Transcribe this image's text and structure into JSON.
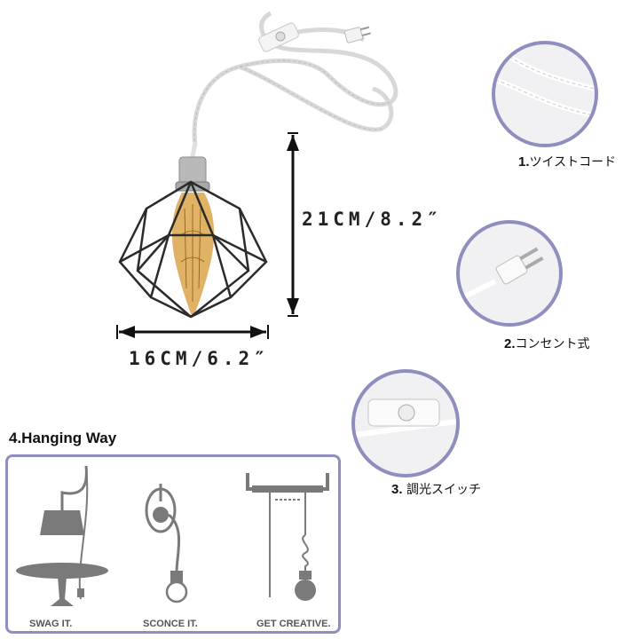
{
  "dimensions": {
    "height_label": "21CM/8.2″",
    "width_label": "16CM/6.2″"
  },
  "features": [
    {
      "number": "1.",
      "label": "ツイストコード",
      "icon": "twisted-cord-icon"
    },
    {
      "number": "2.",
      "label": "コンセント式",
      "icon": "plug-icon"
    },
    {
      "number": "3.",
      "label": "調光スイッチ",
      "icon": "dimmer-switch-icon"
    }
  ],
  "hanging": {
    "title": "4.Hanging Way",
    "ways": [
      {
        "label": "SWAG IT.",
        "icon": "swag-lamp-icon"
      },
      {
        "label": "SCONCE IT.",
        "icon": "sconce-lamp-icon"
      },
      {
        "label": "GET CREATIVE.",
        "icon": "creative-hang-icon"
      }
    ]
  },
  "colors": {
    "accent": "#8f8fbf",
    "icon_gray": "#7a7a7a"
  }
}
